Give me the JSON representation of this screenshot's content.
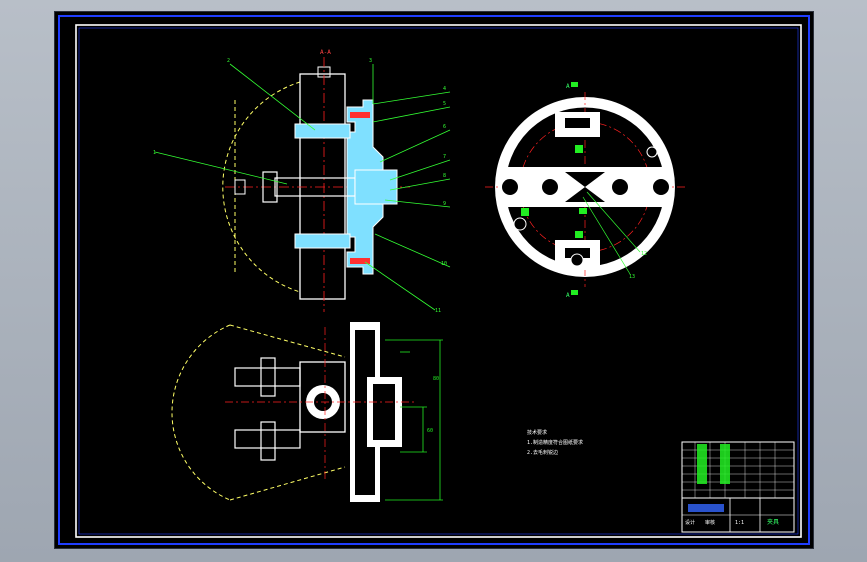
{
  "app": {
    "canvas_background": "#000000",
    "viewport_background": "#a9b1bb"
  },
  "colors": {
    "frame_blue": "#1f3dff",
    "outline_white": "#ffffff",
    "section_cyan": "#7fe0ff",
    "centerline_red": "#ff2020",
    "dimension_green": "#22ee22",
    "leader_green": "#33ff33",
    "hidden_yellow": "#ffff66",
    "title_green": "#33ff66"
  },
  "drawing": {
    "section_label": "A-A",
    "leader_numbers": [
      "1",
      "2",
      "3",
      "4",
      "5",
      "6",
      "7",
      "8",
      "9",
      "10",
      "11",
      "12",
      "13"
    ],
    "view_markers": [
      "A",
      "A"
    ],
    "dimension_labels": [
      "80",
      "60"
    ],
    "notes": {
      "heading": "技术要求",
      "line1": "1.制造精度符合图纸要求",
      "line2": "2.去毛刺锐边"
    }
  },
  "title_block": {
    "part_name": "夹具",
    "scale": "1:1",
    "designer": "设计",
    "checker": "审核"
  }
}
